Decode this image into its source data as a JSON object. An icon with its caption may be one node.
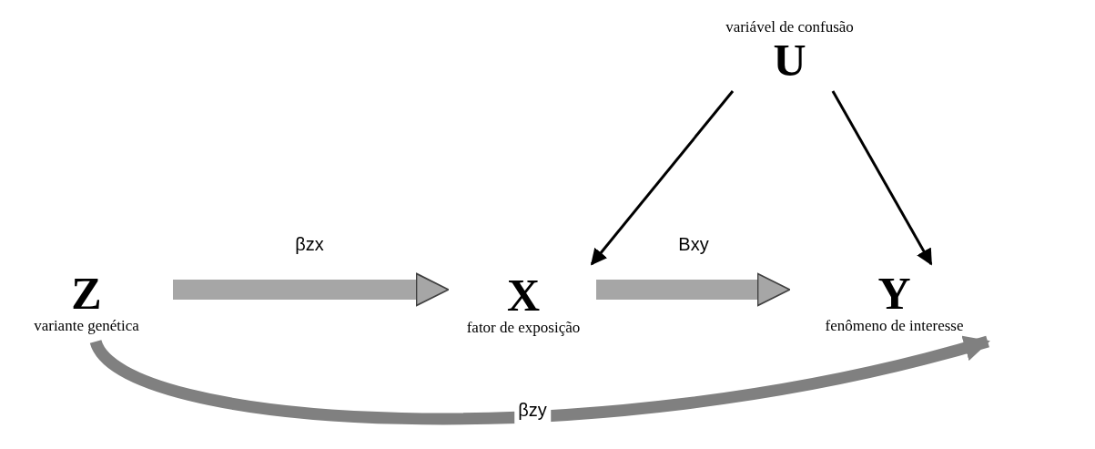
{
  "diagram": {
    "nodes": [
      {
        "text": [
          "variável de confusão",
          "U"
        ]
      },
      {
        "text": [
          "Z",
          "variante genética"
        ]
      },
      {
        "text": [
          "X",
          "fator de exposição"
        ]
      },
      {
        "text": [
          "Y",
          "fenômeno de interesse"
        ]
      }
    ],
    "edges": [
      {
        "from": 0,
        "to": 2,
        "arrow": "to"
      },
      {
        "from": 0,
        "to": 3,
        "arrow": "to"
      },
      {
        "from": 1,
        "to": 2,
        "arrow": "to",
        "label": "βzx",
        "color": "#a6a6a6"
      },
      {
        "from": 2,
        "to": 3,
        "arrow": "to",
        "label": "Bxy",
        "color": "#a6a6a6"
      },
      {
        "from": 1,
        "to": 3,
        "arrow": "to",
        "label": "βzy",
        "color": "#808080"
      }
    ]
  }
}
